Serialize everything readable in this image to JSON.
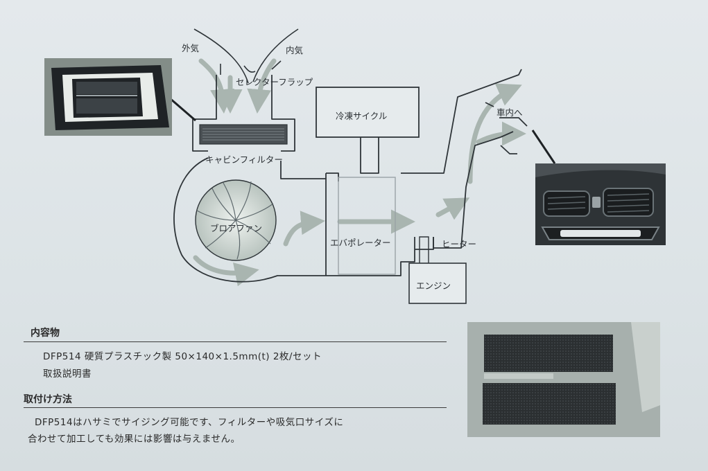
{
  "diagram": {
    "labels": {
      "outside_air": "外気",
      "inside_air": "内気",
      "selector_flap": "セレクターフラップ",
      "cabin_filter": "キャビンフィルター",
      "refrigeration_cycle": "冷凍サイクル",
      "blower_fan": "ブロアファン",
      "evaporator": "エバポレーター",
      "heater": "ヒーター",
      "engine": "エンジン",
      "to_cabin": "車内へ"
    }
  },
  "contents": {
    "title": "内容物",
    "line1": "DFP514 硬質プラスチック製 50×140×1.5mm(t) 2枚/セット",
    "line2": "取扱説明書"
  },
  "installation": {
    "title": "取付け方法",
    "line1": "DFP514はハサミでサイジング可能です、フィルターや吸気口サイズに",
    "line2": "合わせて加工しても効果には影響は与えません。"
  },
  "colors": {
    "line": "#2e3438",
    "arrow": "#a9b5b0",
    "photo_dark": "#2b2f31"
  }
}
